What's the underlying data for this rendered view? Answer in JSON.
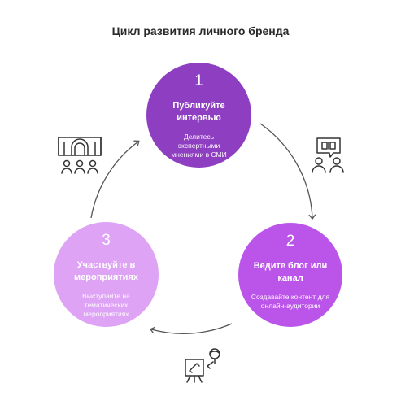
{
  "title": "Цикл развития личного бренда",
  "steps": [
    {
      "number": "1",
      "heading": "Публикуйте интервью",
      "description": "Делитесь экспертными мнениями в СМИ",
      "color": "#8e3ec0"
    },
    {
      "number": "2",
      "heading": "Ведите блог или канал",
      "description": "Создавайте контент для онлайн-аудитории",
      "color": "#bb55ea"
    },
    {
      "number": "3",
      "heading": "Участвуйте в мероприятиях",
      "description": "Выступайте на тематических мероприятиях",
      "color": "#dea3f4"
    }
  ],
  "icons": {
    "step1": "audience-interview-icon",
    "step2": "presenter-easel-icon",
    "step3": "conference-hall-icon"
  }
}
